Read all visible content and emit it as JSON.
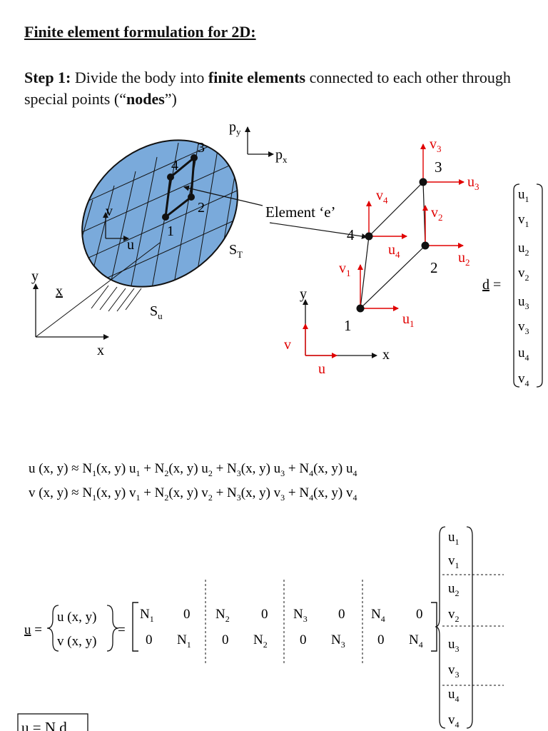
{
  "title": "Finite element formulation for 2D:",
  "step": {
    "label": "Step 1:",
    "text_a": " Divide the body into ",
    "bold_a": "finite elements",
    "text_b": " connected to each other through special points (“",
    "bold_b": "nodes",
    "text_c": "”)"
  },
  "left_figure": {
    "load_labels": [
      "p",
      "y",
      "p",
      "x"
    ],
    "node_labels": [
      "1",
      "2",
      "3",
      "4"
    ],
    "element_label": "Element ‘e’",
    "st_label": [
      "S",
      "T"
    ],
    "su_label": [
      "S",
      "u"
    ],
    "axis_x": "x",
    "axis_y": "y",
    "position_vector": "x",
    "disp_u": "u",
    "disp_v": "v"
  },
  "right_figure": {
    "node_labels": [
      "1",
      "2",
      "3",
      "4"
    ],
    "dof_u": [
      "u1",
      "u2",
      "u3",
      "u4"
    ],
    "dof_v": [
      "v1",
      "v2",
      "v3",
      "v4"
    ],
    "axis_x": "x",
    "axis_y": "y",
    "axis_u": "u",
    "axis_v": "v"
  },
  "d_vector": {
    "lhs": "d =",
    "entries": [
      "u1",
      "v1",
      "u2",
      "v2",
      "u3",
      "v3",
      "u4",
      "v4"
    ]
  },
  "equations": {
    "u_lhs": "u (x, y) ≈",
    "v_lhs": "v (x, y) ≈",
    "u_terms": [
      "N1(x, y) u1",
      "N2(x, y) u2",
      "N3(x, y) u3",
      "N4(x, y) u4"
    ],
    "v_terms": [
      "N1(x, y) v1",
      "N2(x, y) v2",
      "N3(x, y) v3",
      "N4(x, y) v4"
    ]
  },
  "matrix_eq": {
    "lhs": "u =",
    "vec_top": "u (x, y)",
    "vec_bot": "v (x, y)",
    "eq": "=",
    "row1": [
      "N1",
      "0",
      "N2",
      "0",
      "N3",
      "0",
      "N4",
      "0"
    ],
    "row2": [
      "0",
      "N1",
      "0",
      "N2",
      "0",
      "N3",
      "0",
      "N4"
    ],
    "d_entries": [
      "u1",
      "v1",
      "u2",
      "v2",
      "u3",
      "v3",
      "u4",
      "v4"
    ]
  },
  "final_eq": "u = N d"
}
